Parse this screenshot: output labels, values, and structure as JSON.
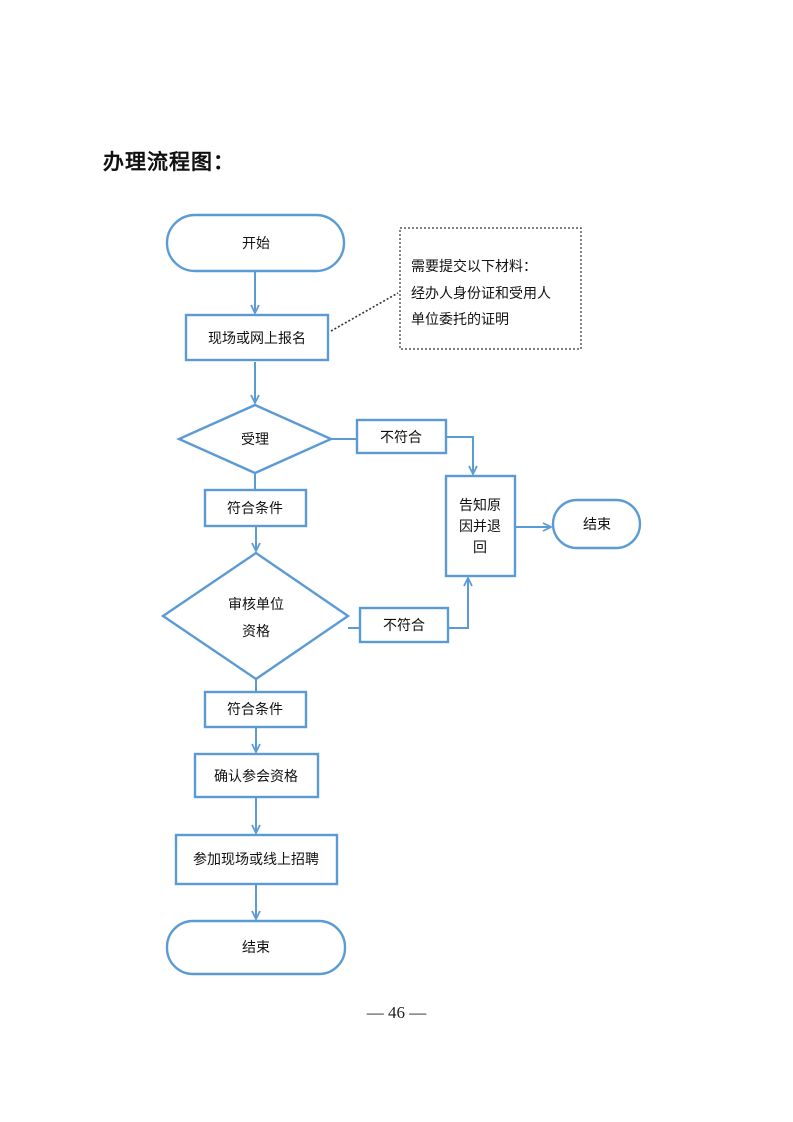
{
  "heading": "办理流程图：",
  "nodes": {
    "start": "开始",
    "register": "现场或网上报名",
    "materials_line1": "需要提交以下材料：",
    "materials_line2": "经办人身份证和受用人",
    "materials_line3": "单位委托的证明",
    "accept": "受理",
    "not_meet_1": "不符合",
    "notify_line1": "告知原",
    "notify_line2": "因并退",
    "notify_line3": "回",
    "end_right": "结束",
    "meet_1": "符合条件",
    "review_line1": "审核单位",
    "review_line2": "资格",
    "not_meet_2": "不符合",
    "meet_2": "符合条件",
    "confirm": "确认参会资格",
    "attend": "参加现场或线上招聘",
    "end_bottom": "结束"
  },
  "colors": {
    "stroke": "#5b9bd5",
    "note_border": "#333333"
  },
  "footer": {
    "page_number": "— 46 —"
  }
}
